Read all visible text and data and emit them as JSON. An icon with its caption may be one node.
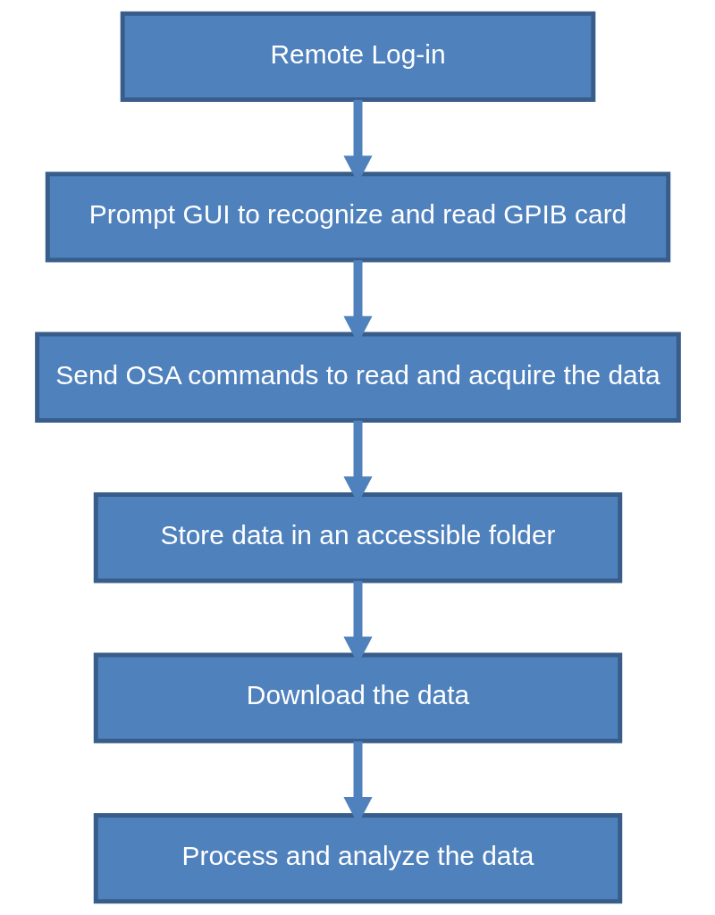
{
  "diagram": {
    "nodes": [
      {
        "text": [
          "Remote Log-in"
        ]
      },
      {
        "text": [
          "Prompt GUI to recognize and read GPIB card"
        ]
      },
      {
        "text": [
          "Send OSA commands to read and acquire the data"
        ]
      },
      {
        "text": [
          "Store data in an accessible folder"
        ]
      },
      {
        "text": [
          "Download the data"
        ]
      },
      {
        "text": [
          "Process and analyze the data"
        ]
      }
    ],
    "edges": [
      {
        "from": 0,
        "to": 1,
        "arrow": "to"
      },
      {
        "from": 1,
        "to": 2,
        "arrow": "to"
      },
      {
        "from": 2,
        "to": 3,
        "arrow": "to"
      },
      {
        "from": 3,
        "to": 4,
        "arrow": "to"
      },
      {
        "from": 4,
        "to": 5,
        "arrow": "to"
      }
    ]
  }
}
